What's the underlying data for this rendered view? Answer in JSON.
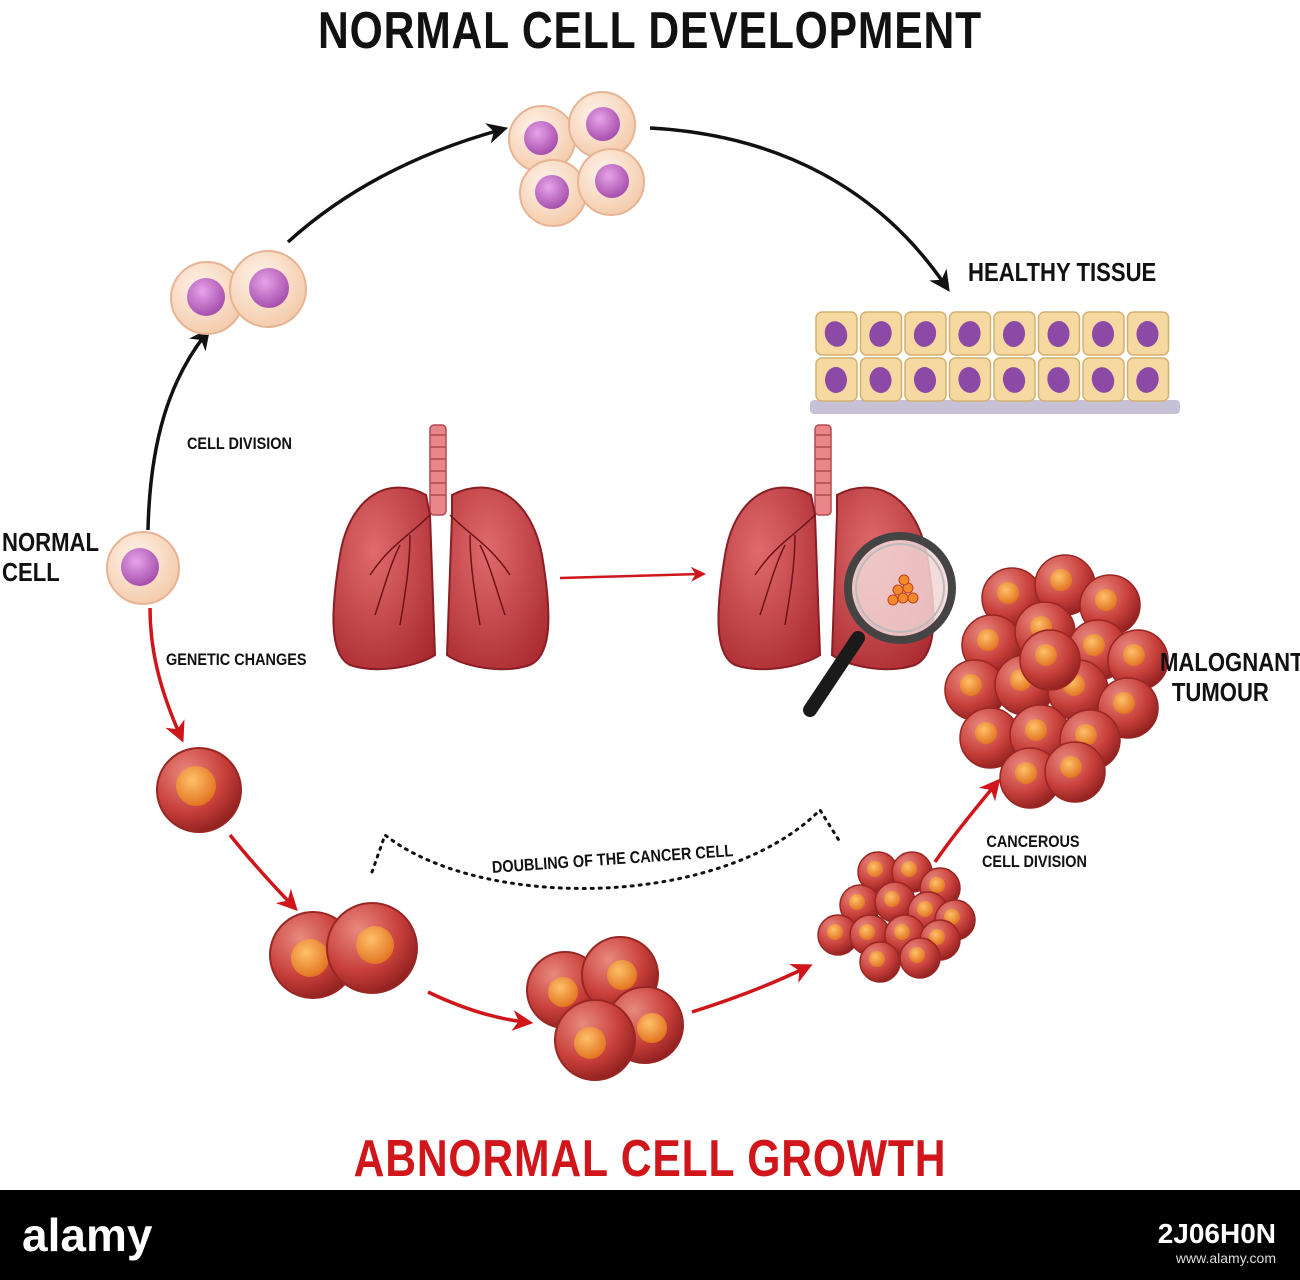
{
  "diagram": {
    "title_top": "NORMAL CELL DEVELOPMENT",
    "title_bottom": "ABNORMAL CELL GROWTH",
    "labels": {
      "normal_cell": [
        "NORMAL",
        "CELL"
      ],
      "cell_division": "CELL DIVISION",
      "genetic_changes": "GENETIC CHANGES",
      "healthy_tissue": "HEALTHY TISSUE",
      "malignant_tumour": [
        "MALOGNANT",
        "TUMOUR"
      ],
      "doubling": "DOUBLING OF THE CANCER CELL",
      "cancerous_division": [
        "CANCEROUS",
        "CELL DIVISION"
      ]
    },
    "colors": {
      "normal_arrow": "#111111",
      "abnormal_arrow": "#d0161b",
      "normal_cell_fill": "#fbe2cf",
      "normal_nucleus": "#c46fc8",
      "cancer_cell_fill": "#c9403b",
      "cancer_nucleus": "#f08a2a",
      "lung": "#c9464a",
      "tissue_cell": "#f5d9a0"
    }
  },
  "footer": {
    "logo": "alamy",
    "image_id": "2J06H0N",
    "ref": "www.alamy.com"
  }
}
